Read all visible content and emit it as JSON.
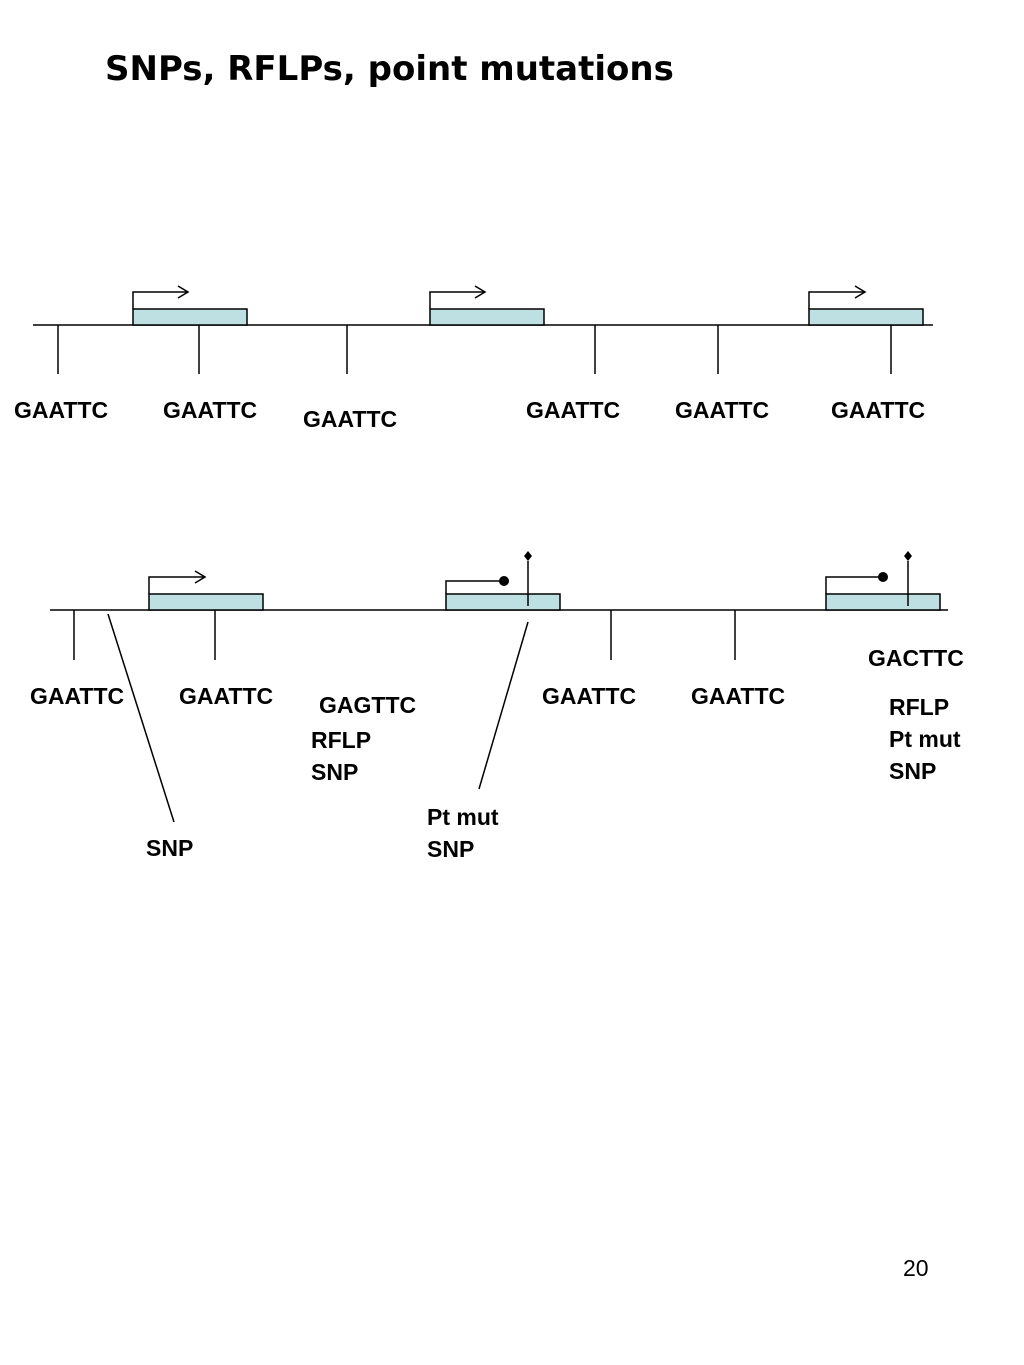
{
  "title": "SNPs, RFLPs, point mutations",
  "page_number": "20",
  "colors": {
    "gene_fill": "#bfe0e2",
    "ink": "#000000"
  },
  "top_row": {
    "site_labels": [
      "GAATTC",
      "GAATTC",
      "GAATTC",
      "GAATTC",
      "GAATTC",
      "GAATTC"
    ]
  },
  "bottom_row": {
    "site_labels": [
      "GAATTC",
      "GAATTC",
      "GAATTC",
      "GAATTC"
    ],
    "variant_site": {
      "sequence": "GAGTTC",
      "notes": [
        "RFLP",
        "SNP"
      ]
    },
    "snp_marker": {
      "label": "SNP"
    },
    "point_mutation_marker": {
      "notes": [
        "Pt mut",
        "SNP"
      ]
    },
    "right_variant": {
      "sequence": "GACTTC",
      "notes": [
        "RFLP",
        "Pt mut",
        "SNP"
      ]
    }
  }
}
